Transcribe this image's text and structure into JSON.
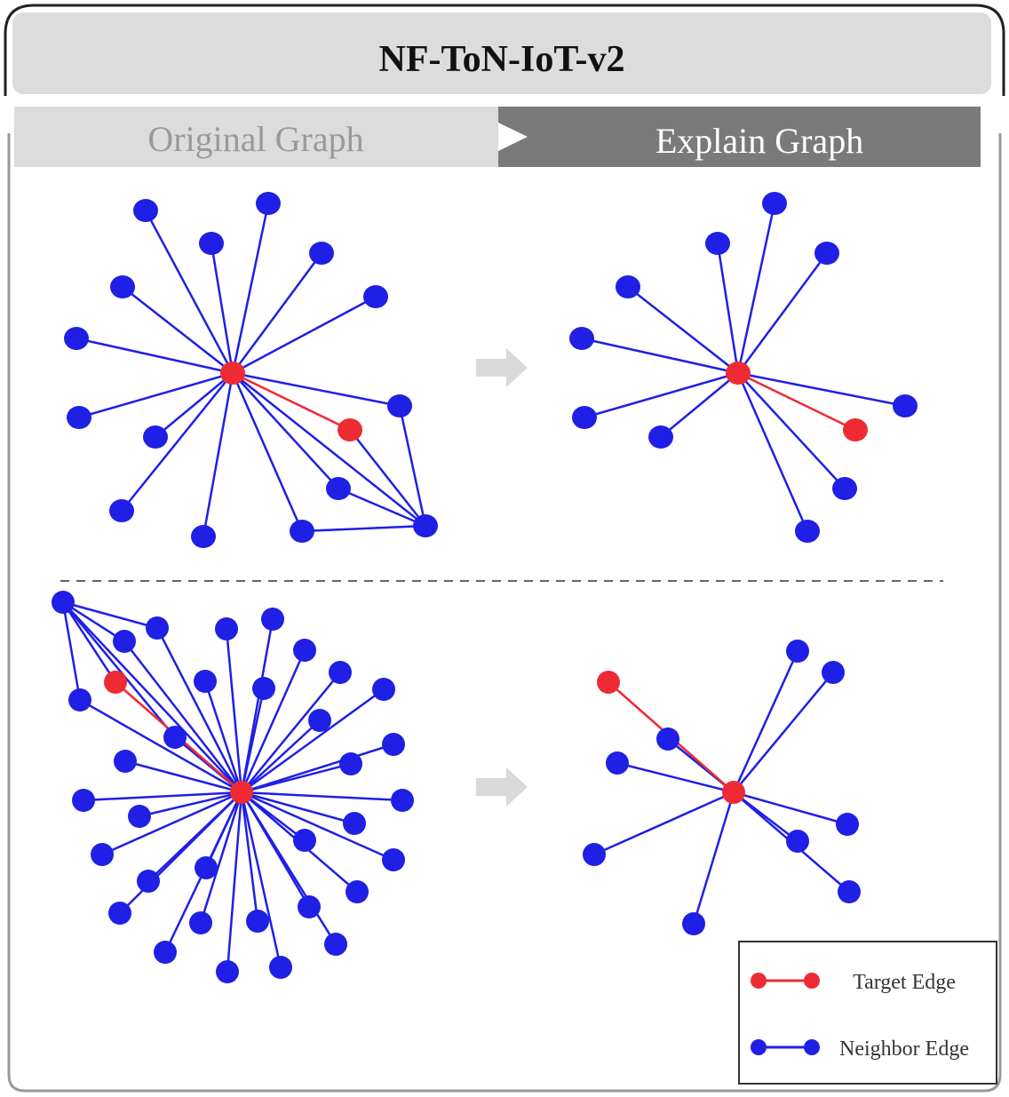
{
  "title": "NF-ToN-IoT-v2",
  "tabs": {
    "original": "Original Graph",
    "explain": "Explain Graph"
  },
  "legend": {
    "target": "Target Edge",
    "neighbor": "Neighbor Edge"
  },
  "colors": {
    "neighbor": "#1f1fe6",
    "target": "#ee2b33",
    "frame": "#222222",
    "tab_bg": "#dcdcdc",
    "tab_dark": "#7a7a7a",
    "arrow": "#d9d9d9"
  }
}
